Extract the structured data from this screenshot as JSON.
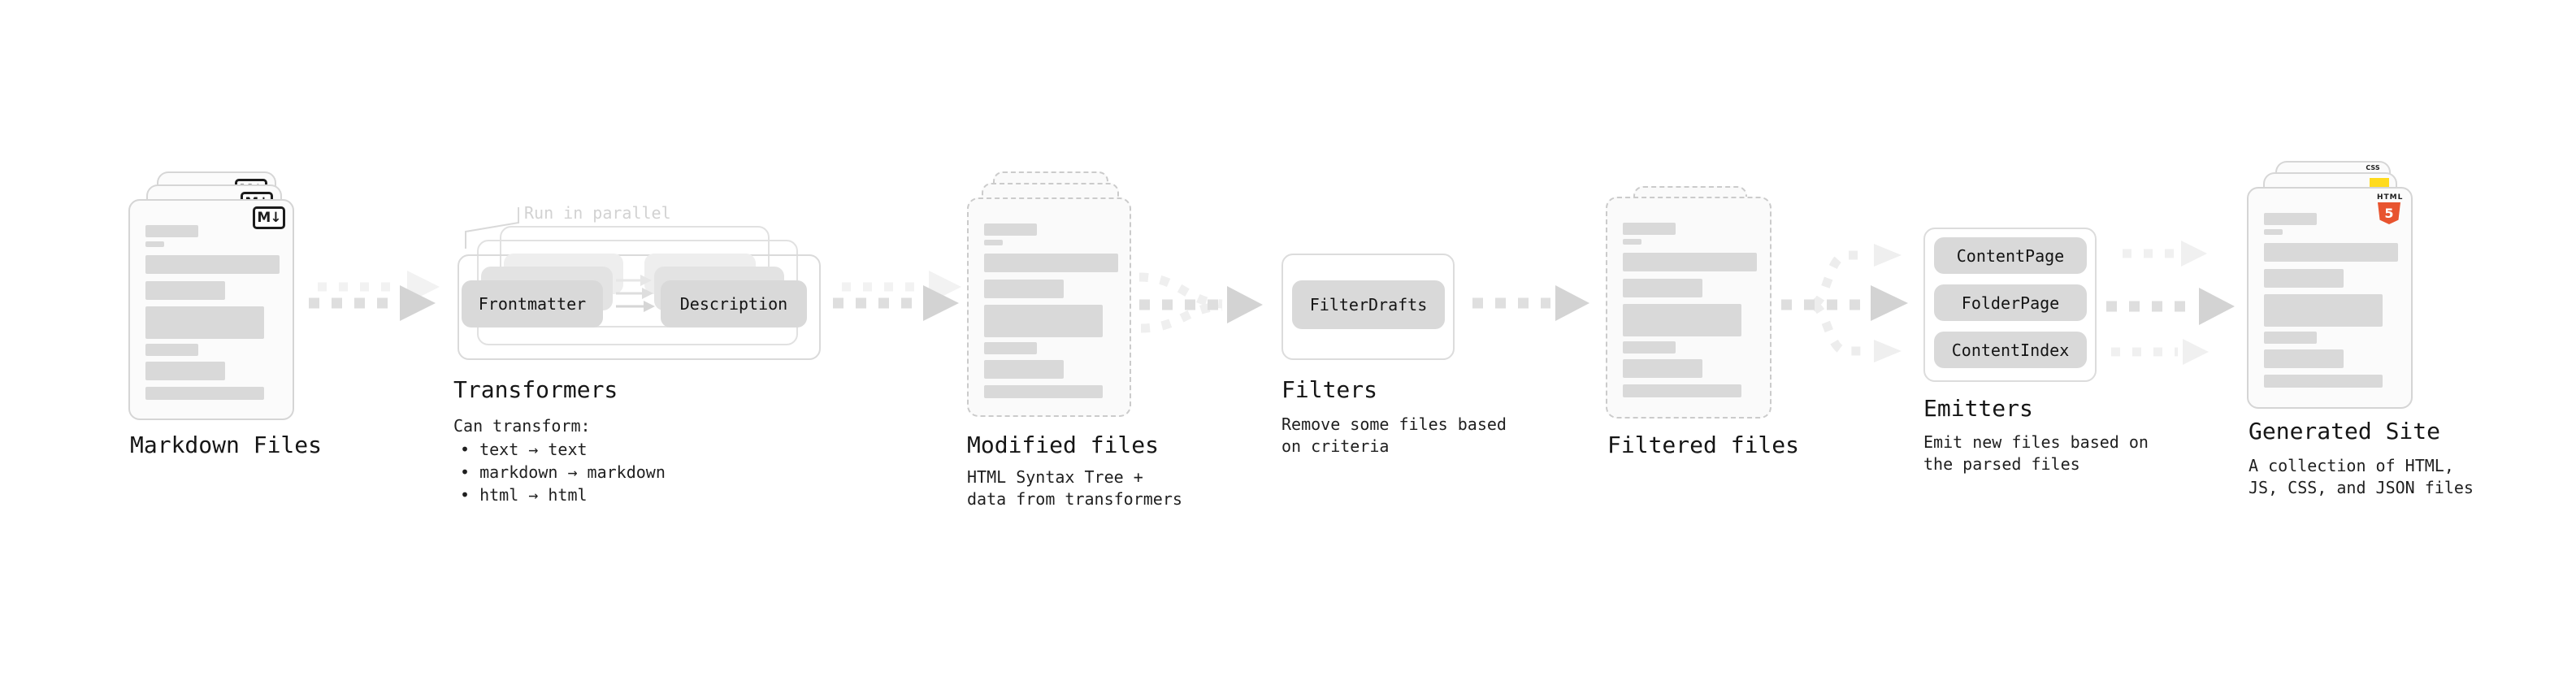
{
  "diagram": {
    "stages": {
      "markdown_files": {
        "title": "Markdown Files"
      },
      "transformers": {
        "title": "Transformers",
        "note": "Run in parallel",
        "buttons": [
          "Frontmatter",
          "Description"
        ],
        "description_heading": "Can transform:",
        "bullets": [
          "• text → text",
          "• markdown → markdown",
          "• html → html"
        ]
      },
      "modified_files": {
        "title": "Modified files",
        "description": "HTML Syntax Tree +\ndata from transformers"
      },
      "filters": {
        "title": "Filters",
        "buttons": [
          "FilterDrafts"
        ],
        "description": "Remove some files based\non criteria"
      },
      "filtered_files": {
        "title": "Filtered files"
      },
      "emitters": {
        "title": "Emitters",
        "buttons": [
          "ContentPage",
          "FolderPage",
          "ContentIndex"
        ],
        "description": "Emit new files based on\nthe parsed files"
      },
      "generated_site": {
        "title": "Generated Site",
        "description": "A collection of HTML,\nJS, CSS, and JSON files"
      }
    },
    "icons": {
      "markdown_badge": "M↓",
      "html5_label": "HTML",
      "html5_number": "5",
      "css_badge": "CSS"
    },
    "colors": {
      "placeholder_bar": "#d9d9d9",
      "node_button": "#d9d9d9",
      "arrow_main": "#d3d3d3",
      "arrow_ghost": "#f2f2f2",
      "html5_orange": "#e8542f",
      "js_yellow": "#ffdb1e",
      "css_blue": "#2962f5"
    }
  }
}
